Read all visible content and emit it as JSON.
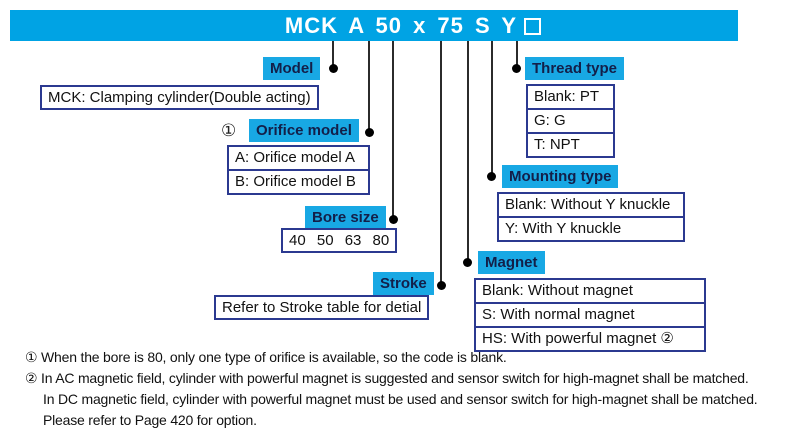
{
  "banner": {
    "title": "MCK A 50 x 75 S Y"
  },
  "labels": {
    "model": "Model",
    "thread": "Thread type",
    "orifice": "Orifice model",
    "mounting": "Mounting type",
    "bore": "Bore size",
    "magnet": "Magnet",
    "stroke": "Stroke"
  },
  "marks": {
    "orifice_note": "①"
  },
  "boxes": {
    "model": "MCK: Clamping cylinder(Double acting)",
    "thread": [
      "Blank: PT",
      "G: G",
      "T: NPT"
    ],
    "orifice": [
      "A: Orifice model A",
      "B: Orifice model B"
    ],
    "mounting": [
      "Blank: Without Y knuckle",
      "Y: With Y knuckle"
    ],
    "bore": "40 50 63 80",
    "magnet": [
      "Blank: Without magnet",
      "S: With normal magnet",
      "HS: With powerful magnet ②"
    ],
    "stroke": "Refer to Stroke table for detial"
  },
  "footnotes": [
    "① When the bore is 80, only one type of orifice is available, so the code is blank.",
    "② In AC magnetic field, cylinder with powerful magnet is suggested and sensor switch for high-magnet shall be matched.",
    "In DC magnetic field, cylinder with powerful magnet must be used and sensor switch for high-magnet shall be matched.",
    "Please refer to  Page 420 for option."
  ],
  "colors": {
    "banner_cyan": "#00a3e4",
    "label_text_navy": "#131f49",
    "box_border_navy": "#2b3990"
  }
}
